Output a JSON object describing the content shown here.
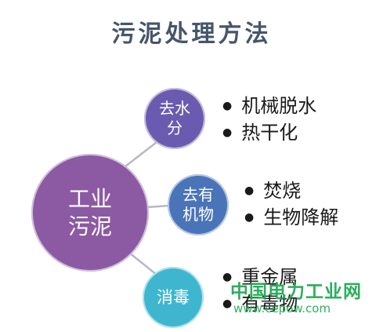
{
  "title": "污泥处理方法",
  "center": {
    "line1": "工业",
    "line2": "污泥"
  },
  "branches": [
    {
      "line1": "去水",
      "line2": "分",
      "items": [
        "机械脱水",
        "热干化"
      ]
    },
    {
      "line1": "去有",
      "line2": "机物",
      "items": [
        "焚烧",
        "生物降解"
      ]
    },
    {
      "line1": "消毒",
      "line2": "",
      "items": [
        "重金属",
        "有毒物"
      ]
    }
  ],
  "watermark": {
    "text": "中国电力工业网",
    "url": "www.cepow.com"
  },
  "bullet_glyph": "●",
  "colors": {
    "title": "#45556b",
    "center": "#8b5aa3",
    "branch1": "#6b5bb0",
    "branch2": "#4a74b8",
    "branch3": "#3fb6cf",
    "connector": "#b8b8c4",
    "watermark": "#1aa84f"
  }
}
